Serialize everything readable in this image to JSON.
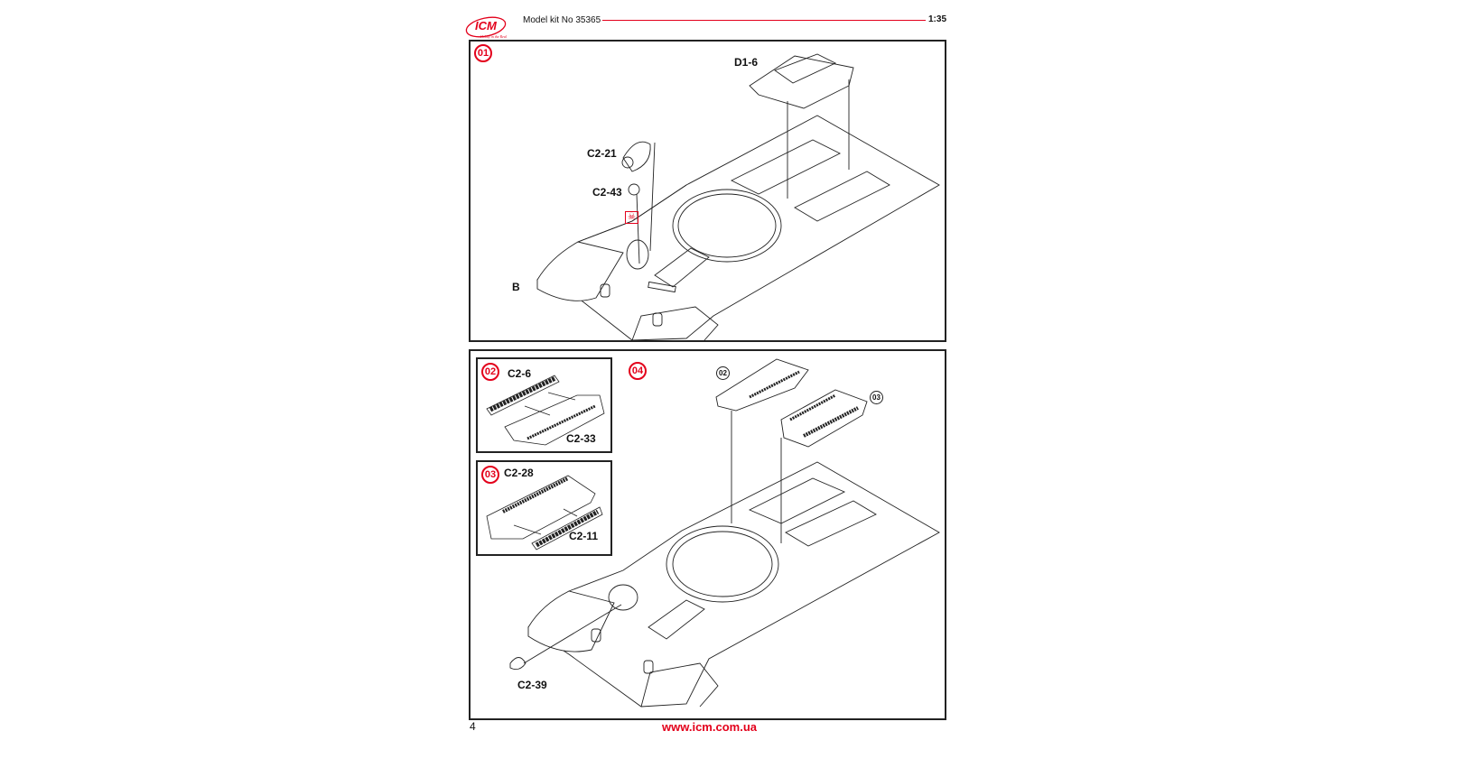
{
  "header": {
    "logo_text": "ICM",
    "logo_tagline": "Hobby in the Real",
    "kit_label": "Model kit No 35365",
    "scale": "1:35",
    "accent_color": "#e3001b"
  },
  "steps": [
    {
      "number": "01",
      "parts": [
        "D1-6",
        "C2-21",
        "C2-43",
        "B"
      ]
    },
    {
      "number": "02",
      "parts": [
        "C2-6",
        "C2-33"
      ]
    },
    {
      "number": "03",
      "parts": [
        "C2-28",
        "C2-11"
      ]
    },
    {
      "number": "04",
      "parts": [
        "C2-39"
      ],
      "refs": [
        "02",
        "03"
      ]
    }
  ],
  "footer": {
    "page_number": "4",
    "url": "www.icm.com.ua"
  }
}
